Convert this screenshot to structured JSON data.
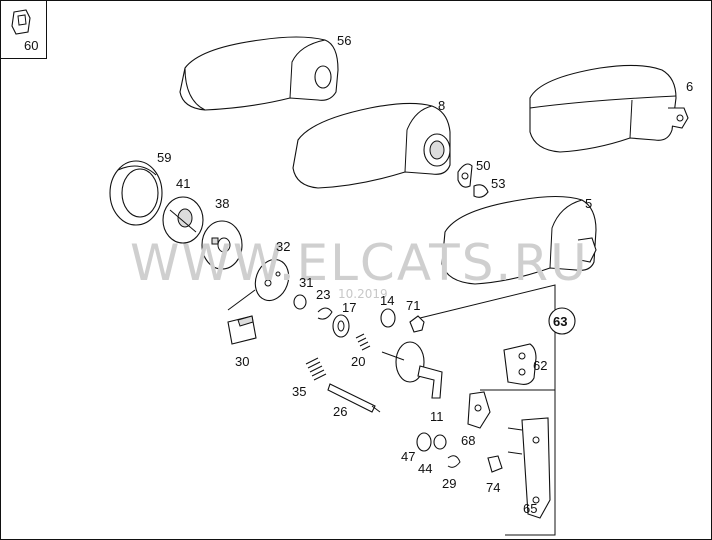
{
  "watermark": {
    "text": "WWW.ELCATS.RU",
    "date": "10.2019"
  },
  "labels": {
    "p60": "60",
    "p56": "56",
    "p8": "8",
    "p6": "6",
    "p59": "59",
    "p41": "41",
    "p38": "38",
    "p50": "50",
    "p53": "53",
    "p5": "5",
    "p32": "32",
    "p31": "31",
    "p23": "23",
    "p17": "17",
    "p14": "14",
    "p71": "71",
    "p63": "63",
    "p30": "30",
    "p20": "20",
    "p62": "62",
    "p35": "35",
    "p26": "26",
    "p11": "11",
    "p68": "68",
    "p47": "47",
    "p44": "44",
    "p29": "29",
    "p74": "74",
    "p65": "65"
  }
}
